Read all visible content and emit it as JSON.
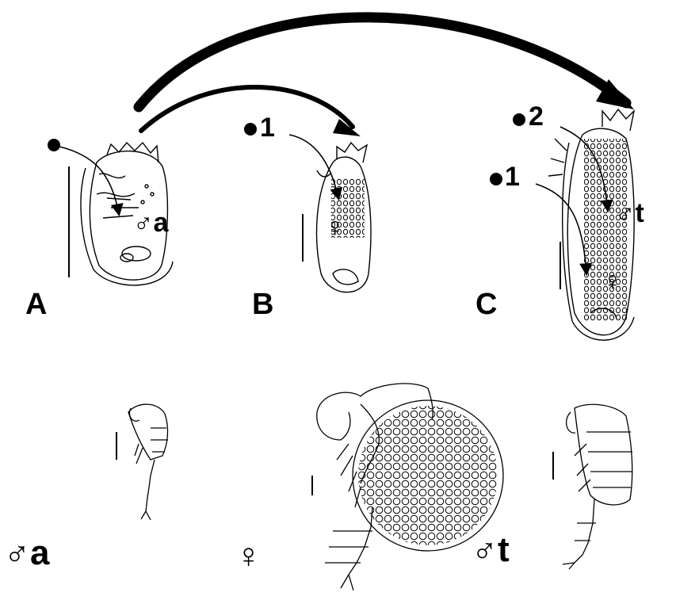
{
  "panels": [
    {
      "letter": "A",
      "symbol": "♂a"
    },
    {
      "letter": "B",
      "symbol": "♀",
      "marker": "1"
    },
    {
      "letter": "C",
      "symbols": [
        "♂t",
        "♀"
      ],
      "markers": [
        "1",
        "2"
      ]
    }
  ],
  "bottom_labels": [
    "♂a",
    "♀",
    "♂t"
  ],
  "colors": {
    "ink": "#000000",
    "paper": "#ffffff"
  }
}
